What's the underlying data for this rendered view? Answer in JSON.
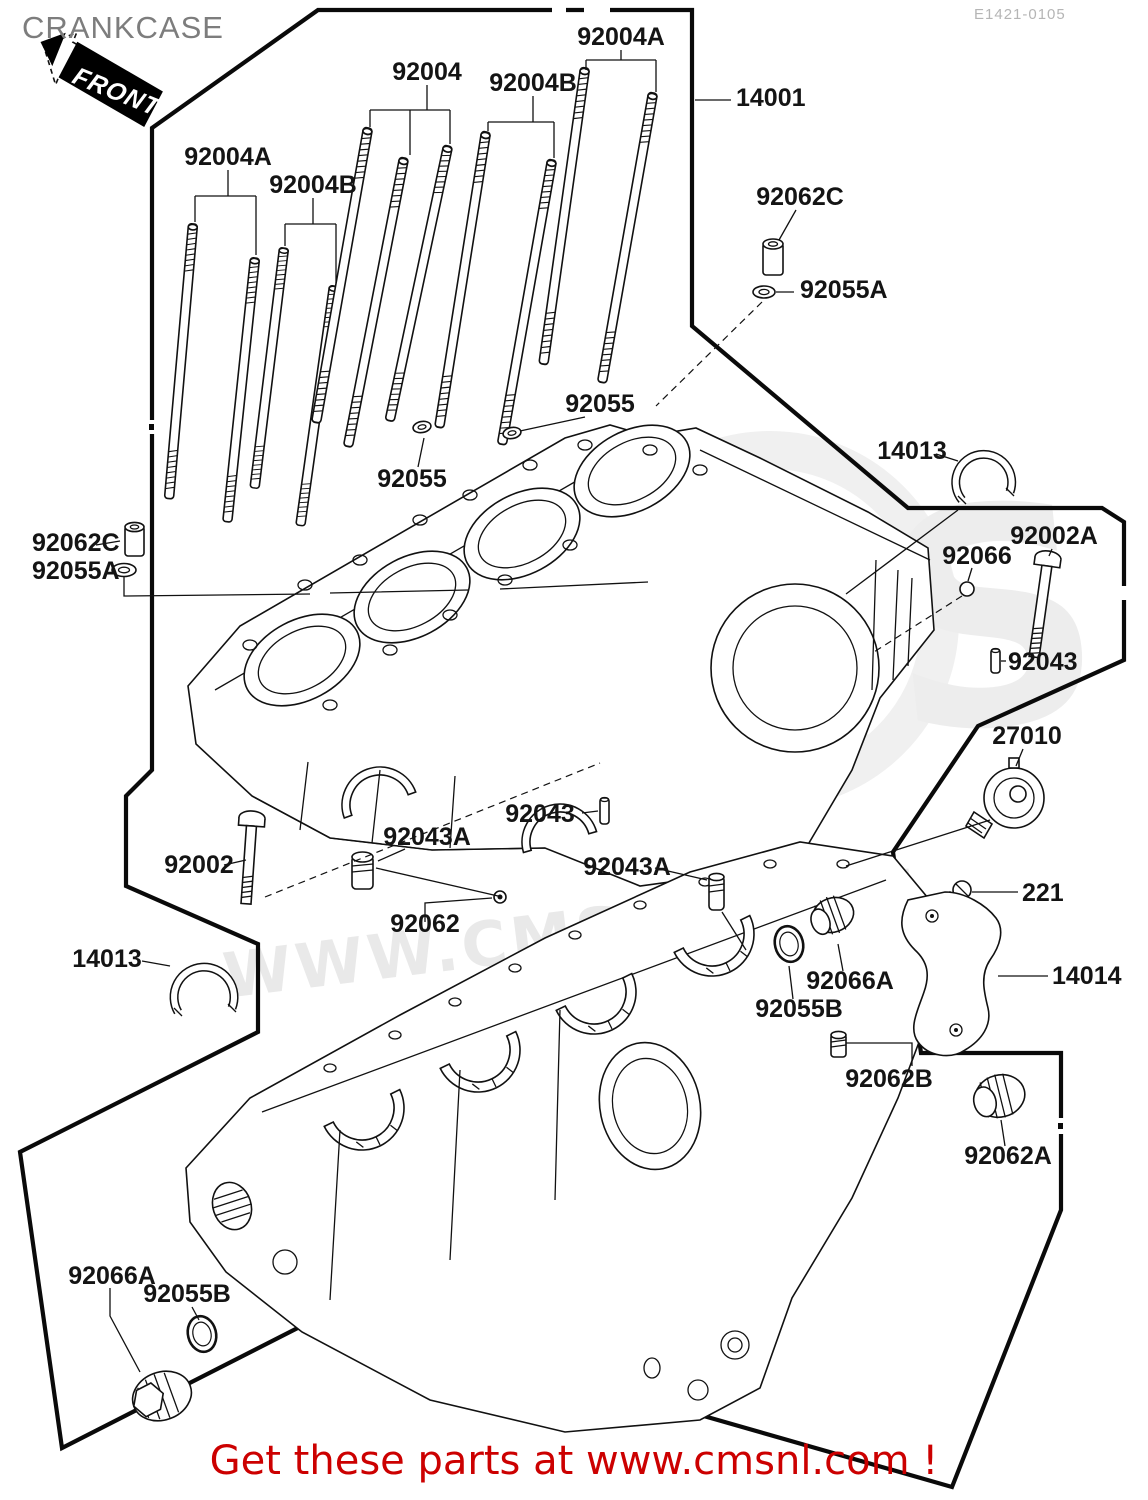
{
  "header": {
    "title": "CRANKCASE",
    "doc_code": "E1421-0105",
    "front_tag": "FRONT"
  },
  "watermark": {
    "big": "CMS",
    "url": "WWW.CMSNL.COM"
  },
  "footer": {
    "promo": "Get these parts at www.cmsnl.com !"
  },
  "colors": {
    "line": "#111111",
    "border": "#0a0a0a",
    "title_gray": "#7d7d7d",
    "doc_gray": "#b5b5b5",
    "promo_red": "#cc0000",
    "watermark_gray": "#ededed"
  },
  "part_labels": [
    {
      "text": "92004A"
    },
    {
      "text": "92004"
    },
    {
      "text": "92004B"
    },
    {
      "text": "14001"
    },
    {
      "text": "92004A"
    },
    {
      "text": "92004B"
    },
    {
      "text": "92062C"
    },
    {
      "text": "92055A"
    },
    {
      "text": "92055"
    },
    {
      "text": "14013"
    },
    {
      "text": "92055"
    },
    {
      "text": "92062C"
    },
    {
      "text": "92055A"
    },
    {
      "text": "92002A"
    },
    {
      "text": "92066"
    },
    {
      "text": "92043"
    },
    {
      "text": "27010"
    },
    {
      "text": "92043"
    },
    {
      "text": "92043A"
    },
    {
      "text": "92002"
    },
    {
      "text": "92043A"
    },
    {
      "text": "221"
    },
    {
      "text": "92062"
    },
    {
      "text": "14013"
    },
    {
      "text": "14014"
    },
    {
      "text": "92066A"
    },
    {
      "text": "92055B"
    },
    {
      "text": "92062B"
    },
    {
      "text": "92062A"
    },
    {
      "text": "92066A"
    },
    {
      "text": "92055B"
    }
  ]
}
